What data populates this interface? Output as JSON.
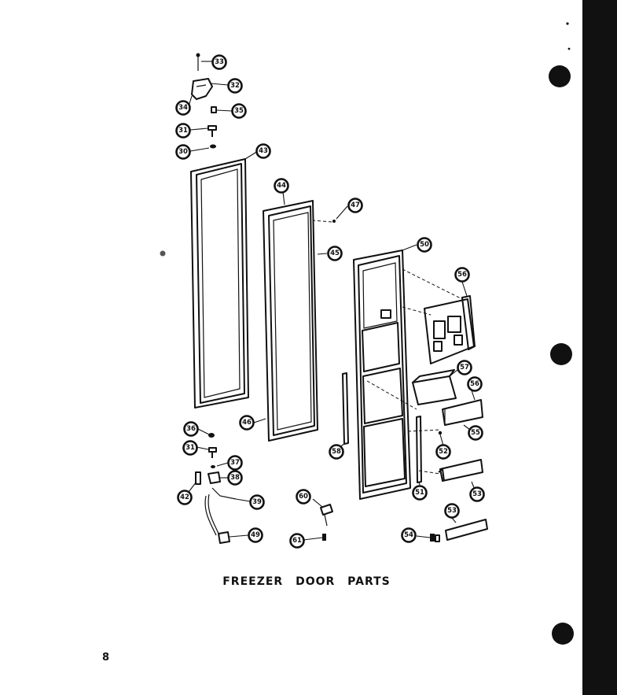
{
  "title": "FREEZER DOOR PARTS",
  "page_number": "8",
  "callouts": [
    "33",
    "32",
    "34",
    "35",
    "31",
    "30",
    "43",
    "44",
    "47",
    "45",
    "50",
    "56",
    "57",
    "56",
    "55",
    "46",
    "36",
    "31",
    "37",
    "38",
    "42",
    "39",
    "49",
    "58",
    "60",
    "61",
    "52",
    "51",
    "53",
    "53",
    "54"
  ],
  "colors": {
    "ink": "#111111",
    "paper": "#ffffff"
  }
}
